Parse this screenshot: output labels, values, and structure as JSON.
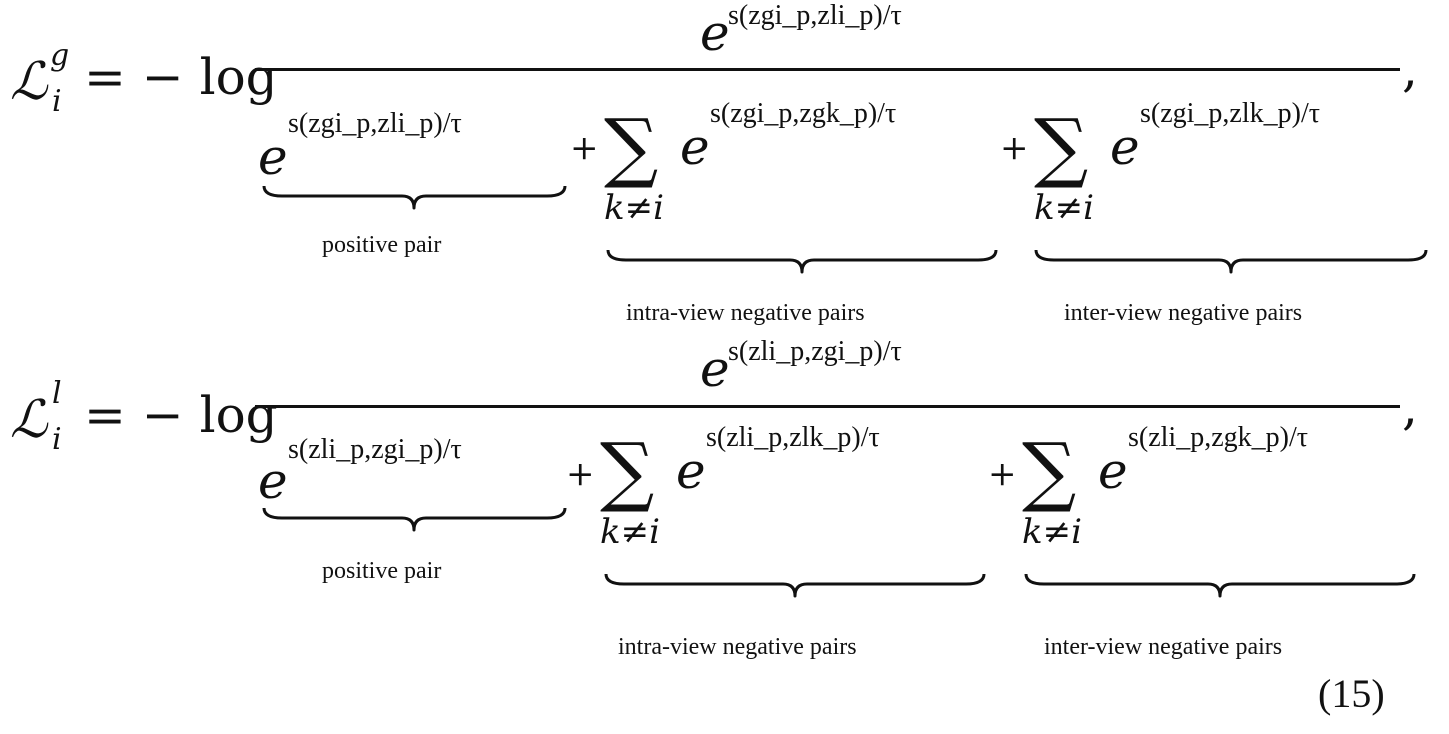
{
  "equations": [
    {
      "lhs_symbol": "ℒ",
      "lhs_sup": "g",
      "lhs_sub": "i",
      "op": "= − log",
      "numerator": "e^{s(z^g_i_p, z^l_i_p)/τ}",
      "numerator_text": "s(zgi_p,zli_p)/τ",
      "term1_text": "s(zgi_p,zli_p)/τ",
      "term2_text": "s(zgi_p,zgk_p)/τ",
      "term3_text": "s(zgi_p,zlk_p)/τ",
      "sum_index": "k≠i",
      "label_positive": "positive pair",
      "label_intra": "intra-view negative pairs",
      "label_inter": "inter-view negative pairs",
      "trailing": ","
    },
    {
      "lhs_symbol": "ℒ",
      "lhs_sup": "l",
      "lhs_sub": "i",
      "op": "= − log",
      "numerator": "e^{s(z^l_i_p, z^g_i_p)/τ}",
      "numerator_text": "s(zli_p,zgi_p)/τ",
      "term1_text": "s(zli_p,zgi_p)/τ",
      "term2_text": "s(zli_p,zlk_p)/τ",
      "term3_text": "s(zli_p,zgk_p)/τ",
      "sum_index": "k≠i",
      "label_positive": "positive pair",
      "label_intra": "intra-view negative pairs",
      "label_inter": "inter-view negative pairs",
      "trailing": ","
    }
  ],
  "equation_number": "(15)",
  "base": "e",
  "plus": "+",
  "sum": "∑"
}
